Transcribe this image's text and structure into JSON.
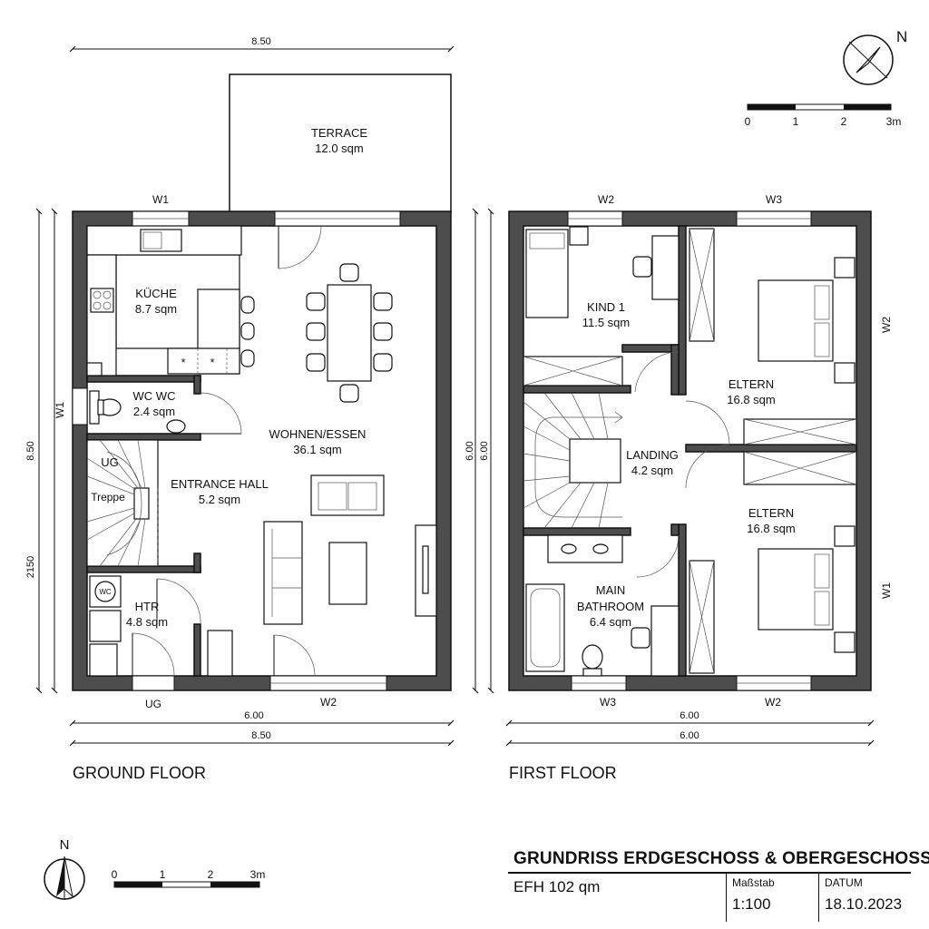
{
  "ground_floor": {
    "label": "GROUND FLOOR",
    "dims": {
      "top": "8.50",
      "bottom_inner": "6.00",
      "bottom_outer": "8.50",
      "left_outer": "8.50",
      "left_inner": "2150"
    },
    "windows": {
      "w1_top": "W1",
      "w1_left": "W1",
      "w2_bottom": "W2",
      "ug_bottom": "UG"
    },
    "rooms": {
      "terrace": {
        "name": "TERRACE",
        "area": "12.0 sqm"
      },
      "kueche": {
        "name": "KÜCHE",
        "area": "8.7 sqm"
      },
      "wc": {
        "name": "WC WC",
        "area": "2.4 sqm"
      },
      "wohnen": {
        "name": "WOHNEN/ESSEN",
        "area": "36.1 sqm"
      },
      "entrance": {
        "name": "ENTRANCE HALL",
        "area": "5.2 sqm"
      },
      "htr": {
        "name": "HTR",
        "area": "4.8 sqm"
      }
    },
    "stair": {
      "ug": "UG",
      "treppe": "Treppe"
    },
    "wc_label": "WC"
  },
  "first_floor": {
    "label": "FIRST FLOOR",
    "dims": {
      "bottom_inner": "6.00",
      "bottom_outer": "6.00",
      "left_outer": "6.00",
      "left_inner": "6.00"
    },
    "windows": {
      "w2_top": "W2",
      "w3_top": "W3",
      "w2_right": "W2",
      "w1_right": "W1",
      "w3_bottom": "W3",
      "w2_bottom": "W2"
    },
    "rooms": {
      "kind1": {
        "name": "KIND 1",
        "area": "11.5 sqm"
      },
      "eltern1": {
        "name": "ELTERN",
        "area": "16.8 sqm"
      },
      "landing": {
        "name": "LANDING",
        "area": "4.2 sqm"
      },
      "eltern2": {
        "name": "ELTERN",
        "area": "16.8 sqm"
      },
      "bath": {
        "name1": "MAIN",
        "name2": "BATHROOM",
        "area": "6.4 sqm"
      }
    }
  },
  "north": "N",
  "scalebar": {
    "labels": [
      "0",
      "1",
      "2",
      "3m"
    ]
  },
  "title_block": {
    "title": "GRUNDRISS ERDGESCHOSS & OBERGESCHOSS",
    "subtitle": "EFH 102 qm",
    "scale_caption": "Maßstab",
    "scale_value": "1:100",
    "date_caption": "DATUM",
    "date_value": "18.10.2023"
  }
}
